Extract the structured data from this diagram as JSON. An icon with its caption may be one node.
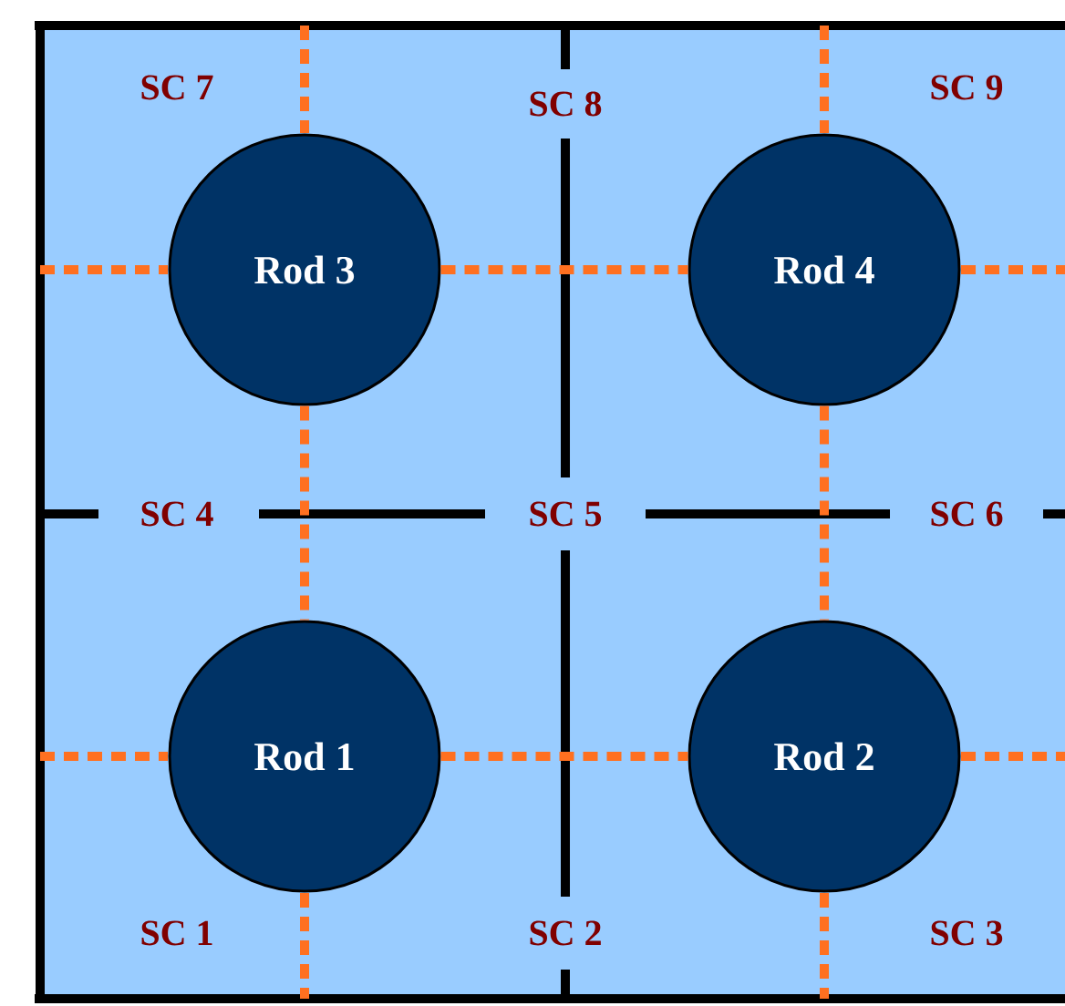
{
  "diagram": {
    "nodes": [
      {
        "text": [
          "Rod 3"
        ]
      },
      {
        "text": [
          "Rod 4"
        ]
      },
      {
        "text": [
          "Rod 1"
        ]
      },
      {
        "text": [
          "Rod 2"
        ]
      }
    ],
    "edges": [
      {
        "from": 0,
        "to": 1,
        "arrow": "none",
        "style": "dashed"
      },
      {
        "from": 0,
        "to": 2,
        "arrow": "none",
        "style": "dashed"
      },
      {
        "from": 1,
        "to": 3,
        "arrow": "none",
        "style": "dashed"
      },
      {
        "from": 2,
        "to": 3,
        "arrow": "none",
        "style": "dashed"
      }
    ],
    "labels": [
      "SC 7",
      "SC 8",
      "SC 9",
      "SC 4",
      "SC 5",
      "SC 6",
      "SC 1",
      "SC 2",
      "SC 3"
    ]
  }
}
